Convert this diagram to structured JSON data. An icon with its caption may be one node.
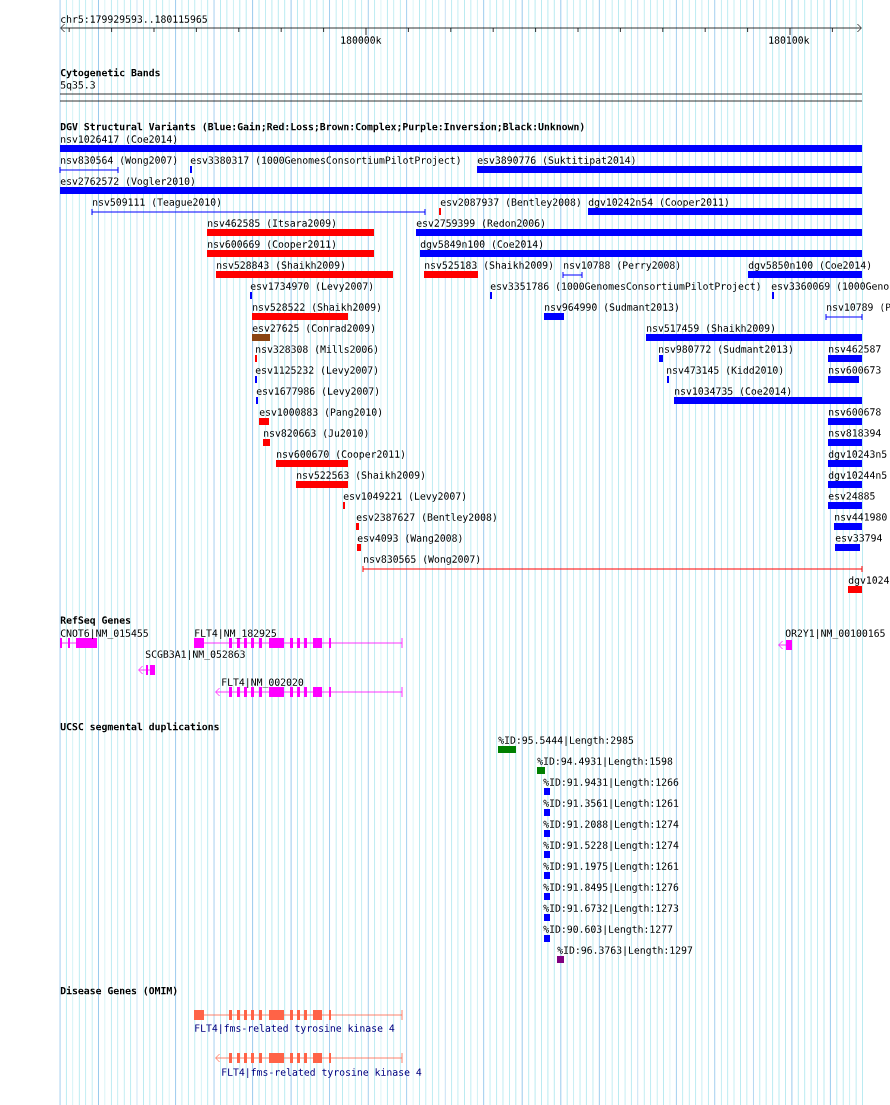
{
  "diagram": {
    "labels": [
      "chr5:179929593..180115965",
      "180000k",
      "180100k",
      "Cytogenetic Bands",
      "5q35.3",
      "DGV Structural Variants (Blue:Gain;Red:Loss;Brown:Complex;Purple:Inversion;Black:Unknown)",
      "nsv1026417 (Coe2014)",
      "nsv830564 (Wong2007)",
      "esv3380317 (1000GenomesConsortiumPilotProject)",
      "esv3890776 (Suktitipat2014)",
      "esv2762572 (Vogler2010)",
      "nsv509111 (Teague2010)",
      "esv2087937 (Bentley2008)",
      "dgv10242n54 (Cooper2011)",
      "nsv462585 (Itsara2009)",
      "esv2759399 (Redon2006)",
      "nsv600669 (Cooper2011)",
      "dgv5849n100 (Coe2014)",
      "nsv528843 (Shaikh2009)",
      "nsv525183 (Shaikh2009)",
      "nsv10788 (Perry2008)",
      "dgv5850n100 (Coe2014)",
      "esv1734970 (Levy2007)",
      "esv3351786 (1000GenomesConsortiumPilotProject)",
      "esv3360069 (1000Geno",
      "nsv528522 (Shaikh2009)",
      "nsv964990 (Sudmant2013)",
      "nsv10789 (P",
      "esv27625 (Conrad2009)",
      "nsv517459 (Shaikh2009)",
      "nsv328308 (Mills2006)",
      "nsv980772 (Sudmant2013)",
      "nsv462587",
      "esv1125232 (Levy2007)",
      "nsv473145 (Kidd2010)",
      "nsv600673",
      "esv1677986 (Levy2007)",
      "nsv1034735 (Coe2014)",
      "esv1000883 (Pang2010)",
      "nsv600678",
      "nsv820663 (Ju2010)",
      "nsv818394",
      "nsv600670 (Cooper2011)",
      "dgv10243n5",
      "nsv522563 (Shaikh2009)",
      "dgv10244n5",
      "esv1049221 (Levy2007)",
      "esv24885",
      "esv2387627 (Bentley2008)",
      "nsv441980",
      "esv4093 (Wang2008)",
      "esv33794",
      "nsv830565 (Wong2007)",
      "dgv1024",
      "RefSeq Genes",
      "CNOT6|NM_015455",
      "FLT4|NM_182925",
      "OR2Y1|NM_00100165",
      "SCGB3A1|NM_052863",
      "FLT4|NM_002020",
      "UCSC segmental duplications",
      "%ID:95.5444|Length:2985",
      "%ID:94.4931|Length:1598",
      "%ID:91.9431|Length:1266",
      "%ID:91.3561|Length:1261",
      "%ID:91.2088|Length:1274",
      "%ID:91.5228|Length:1274",
      "%ID:91.1975|Length:1261",
      "%ID:91.8495|Length:1276",
      "%ID:91.6732|Length:1273",
      "%ID:90.603|Length:1277",
      "%ID:96.3763|Length:1297",
      "Disease Genes (OMIM)",
      "FLT4|fms-related tyrosine kinase 4",
      "FLT4|fms-related tyrosine kinase 4"
    ]
  }
}
